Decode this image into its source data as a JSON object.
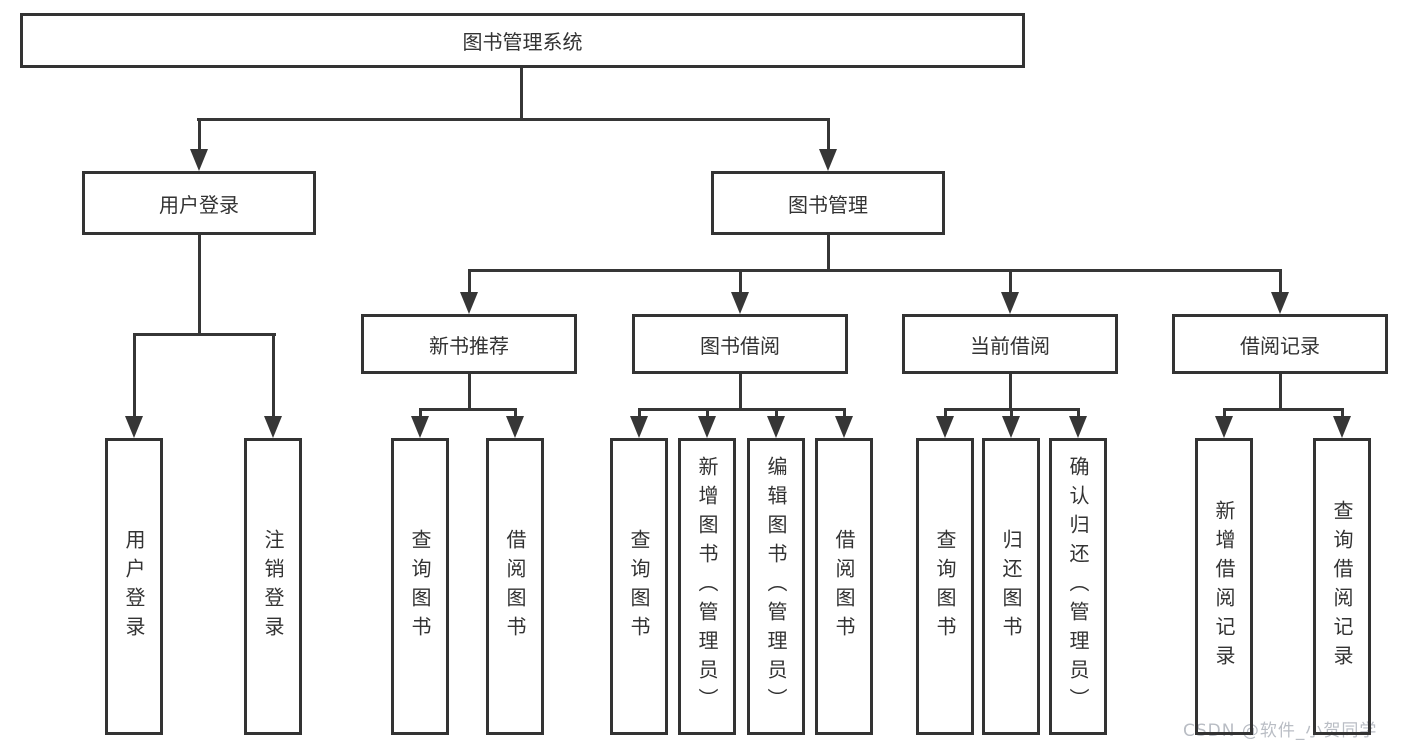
{
  "palette": {
    "page_bg": "#ffffff",
    "box_bg": "#ffffff",
    "box_border": "#333333",
    "line": "#363636",
    "text": "#333333",
    "watermark": "#b9bdc4"
  },
  "watermark": {
    "text": "CSDN @软件_小贺同学"
  },
  "org_chart": {
    "root": {
      "label": "图书管理系统"
    },
    "branches": [
      {
        "label": "用户登录",
        "children": [
          {
            "label": "用户登录"
          },
          {
            "label": "注销登录"
          }
        ]
      },
      {
        "label": "图书管理",
        "sections": [
          {
            "label": "新书推荐",
            "children": [
              {
                "label": "查询图书"
              },
              {
                "label": "借阅图书"
              }
            ]
          },
          {
            "label": "图书借阅",
            "children": [
              {
                "label": "查询图书"
              },
              {
                "label": "新增图书（管理员）"
              },
              {
                "label": "编辑图书（管理员）"
              },
              {
                "label": "借阅图书"
              }
            ]
          },
          {
            "label": "当前借阅",
            "children": [
              {
                "label": "查询图书"
              },
              {
                "label": "归还图书"
              },
              {
                "label": "确认归还（管理员）"
              }
            ]
          },
          {
            "label": "借阅记录",
            "children": [
              {
                "label": "新增借阅记录"
              },
              {
                "label": "查询借阅记录"
              }
            ]
          }
        ]
      }
    ]
  }
}
